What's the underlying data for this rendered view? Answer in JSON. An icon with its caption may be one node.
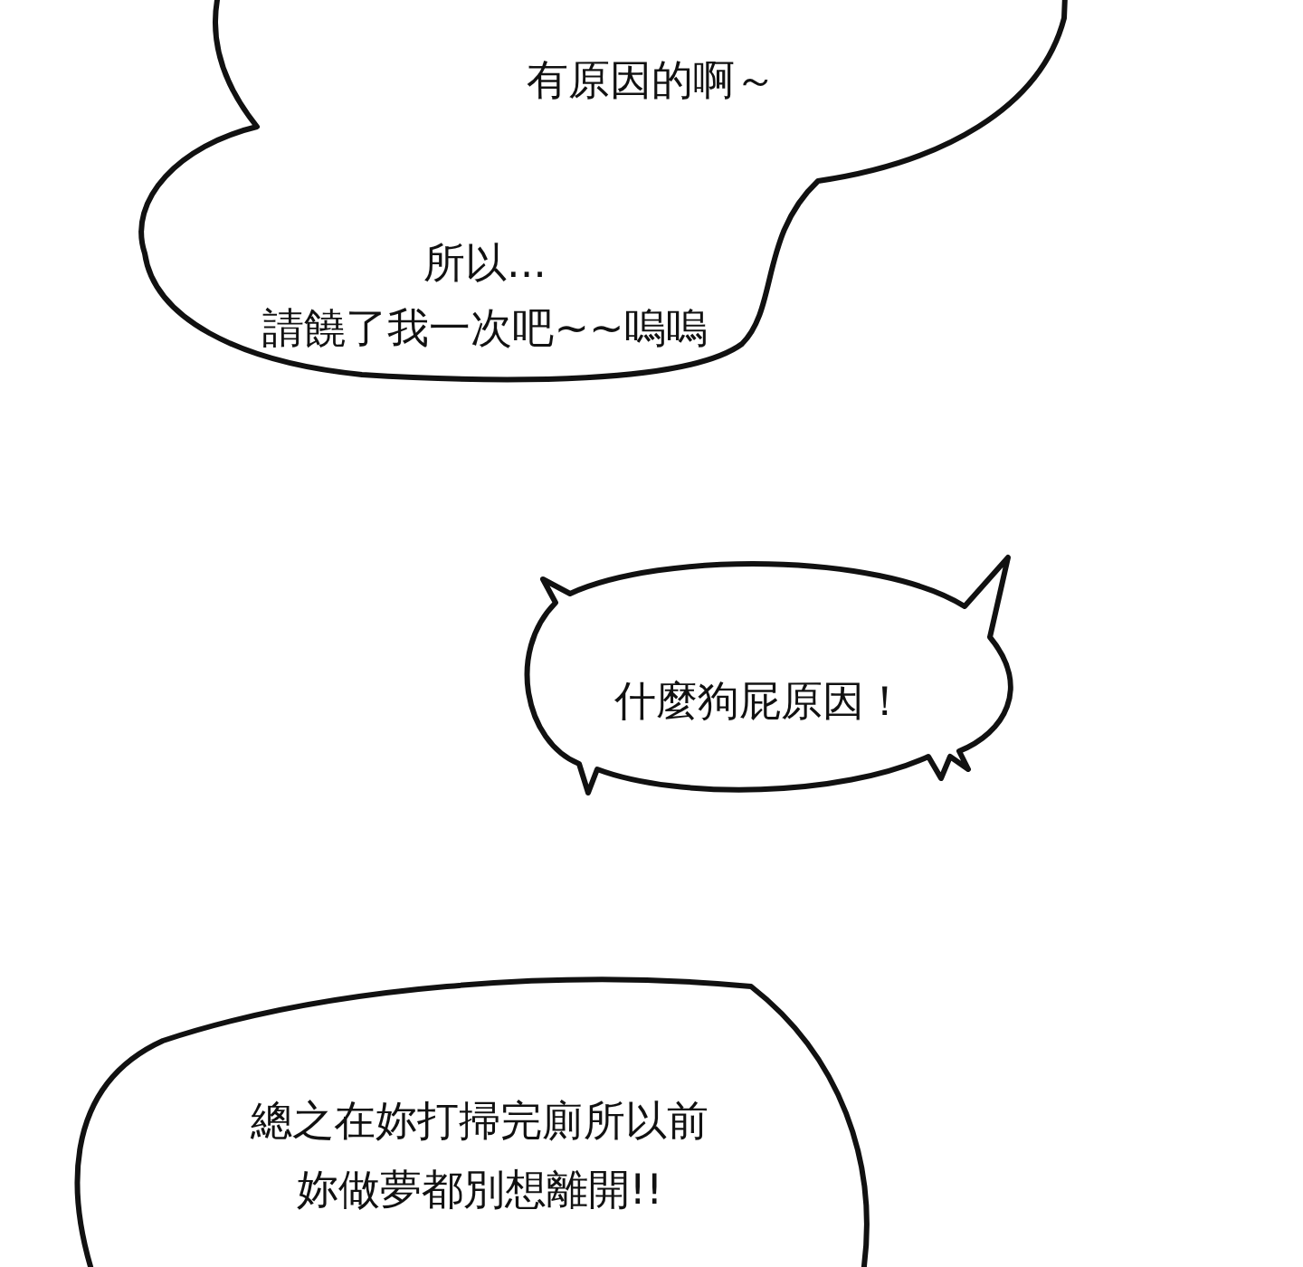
{
  "diagram": {
    "nodes": [
      {
        "text": [
          "有原因的啊～",
          "所以...",
          "請饒了我一次吧~~嗚嗚"
        ]
      },
      {
        "text": [
          "什麼狗屁原因！"
        ]
      },
      {
        "text": [
          "總之在妳打掃完廁所以前",
          "妳做夢都別想離開!!"
        ]
      }
    ]
  }
}
